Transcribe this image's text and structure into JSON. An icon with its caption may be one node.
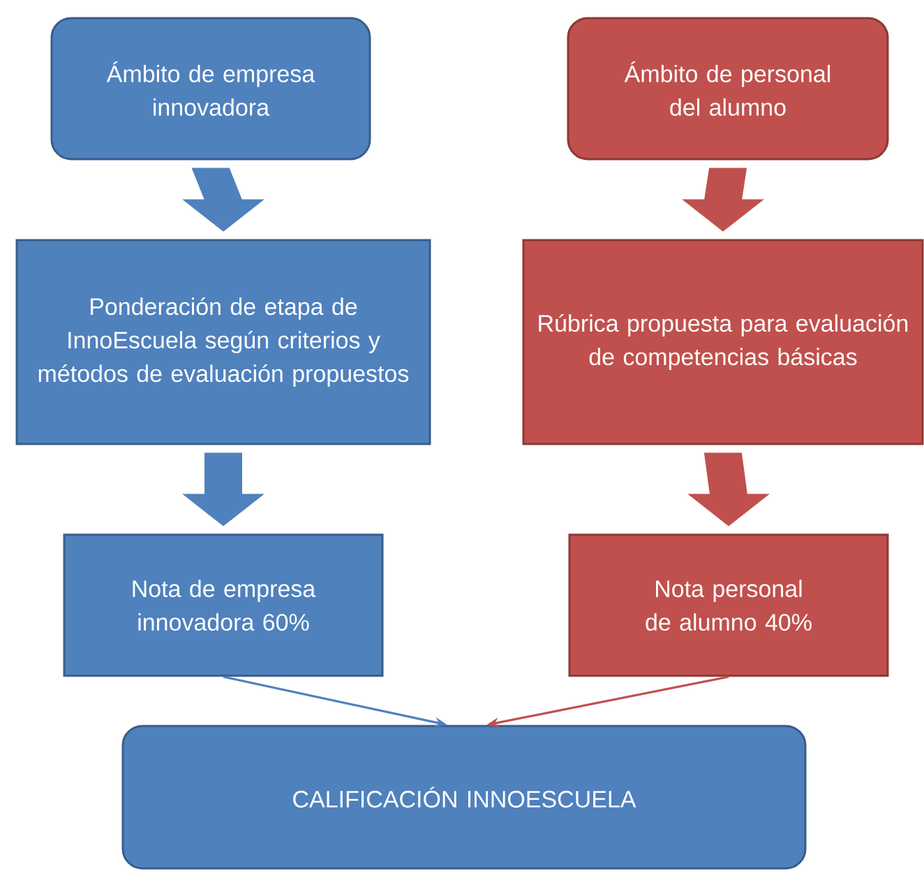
{
  "diagram": {
    "nodes": [
      {
        "text": [
          "Ámbito de empresa innovadora"
        ]
      },
      {
        "text": [
          "Ámbito de personal del alumno"
        ]
      },
      {
        "text": [
          "Ponderación de etapa de InnoEscuela según criterios y métodos de evaluación propuestos"
        ]
      },
      {
        "text": [
          "Rúbrica propuesta para evaluación de competencias básicas"
        ]
      },
      {
        "text": [
          "Nota de empresa innovadora 60%"
        ]
      },
      {
        "text": [
          "Nota personal de alumno 40%"
        ]
      },
      {
        "text": [
          "CALIFICACIÓN INNOESCUELA"
        ]
      }
    ],
    "edges": [
      {
        "from": 0,
        "to": 2,
        "arrow": "to",
        "style": "thick",
        "color": "#4f81bd"
      },
      {
        "from": 1,
        "to": 3,
        "arrow": "to",
        "style": "thick",
        "color": "#c0504d"
      },
      {
        "from": 2,
        "to": 4,
        "arrow": "to",
        "style": "thick",
        "color": "#4f81bd"
      },
      {
        "from": 3,
        "to": 5,
        "arrow": "to",
        "style": "thick",
        "color": "#c0504d"
      },
      {
        "from": 4,
        "to": 6,
        "arrow": "to",
        "color": "#4f81bd"
      },
      {
        "from": 5,
        "to": 6,
        "arrow": "to",
        "color": "#c0504d"
      }
    ]
  }
}
